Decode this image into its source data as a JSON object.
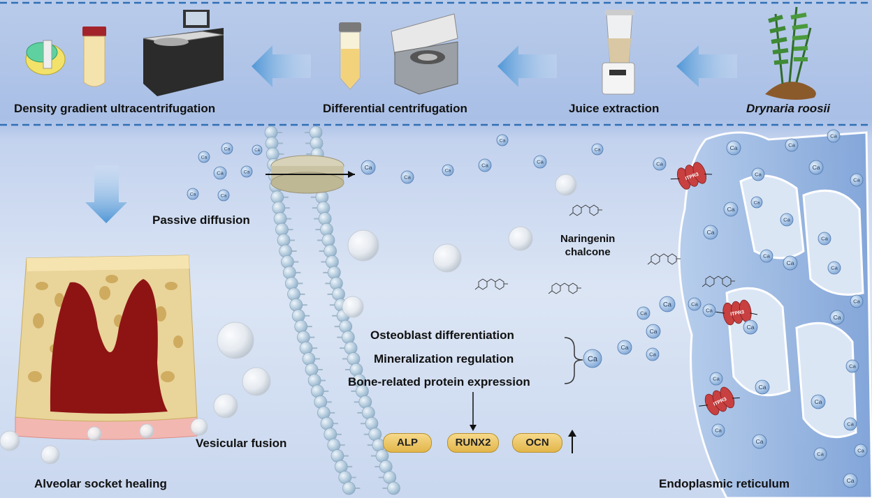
{
  "pipeline": {
    "step1": "Drynaria roosii",
    "step2": "Juice extraction",
    "step3": "Differential centrifugation",
    "step4": "Density gradient ultracentrifugation"
  },
  "labels": {
    "passive_diffusion": "Passive diffusion",
    "vesicular_fusion": "Vesicular fusion",
    "naringenin": "Naringenin\nchalcone",
    "alveolar": "Alveolar socket healing",
    "er": "Endoplasmic reticulum",
    "receptor": "ITPR3",
    "ion": "Ca"
  },
  "effects": [
    "Osteoblast differentiation",
    "Mineralization regulation",
    "Bone-related protein expression"
  ],
  "markers": [
    "ALP",
    "RUNX2",
    "OCN"
  ],
  "colors": {
    "divider": "#2f6fb5",
    "arrow": "#6aa6dc",
    "marrow": "#8e1414",
    "bone": "#e9d49a",
    "receptor": "#c84040",
    "er": "#8fb3df"
  }
}
